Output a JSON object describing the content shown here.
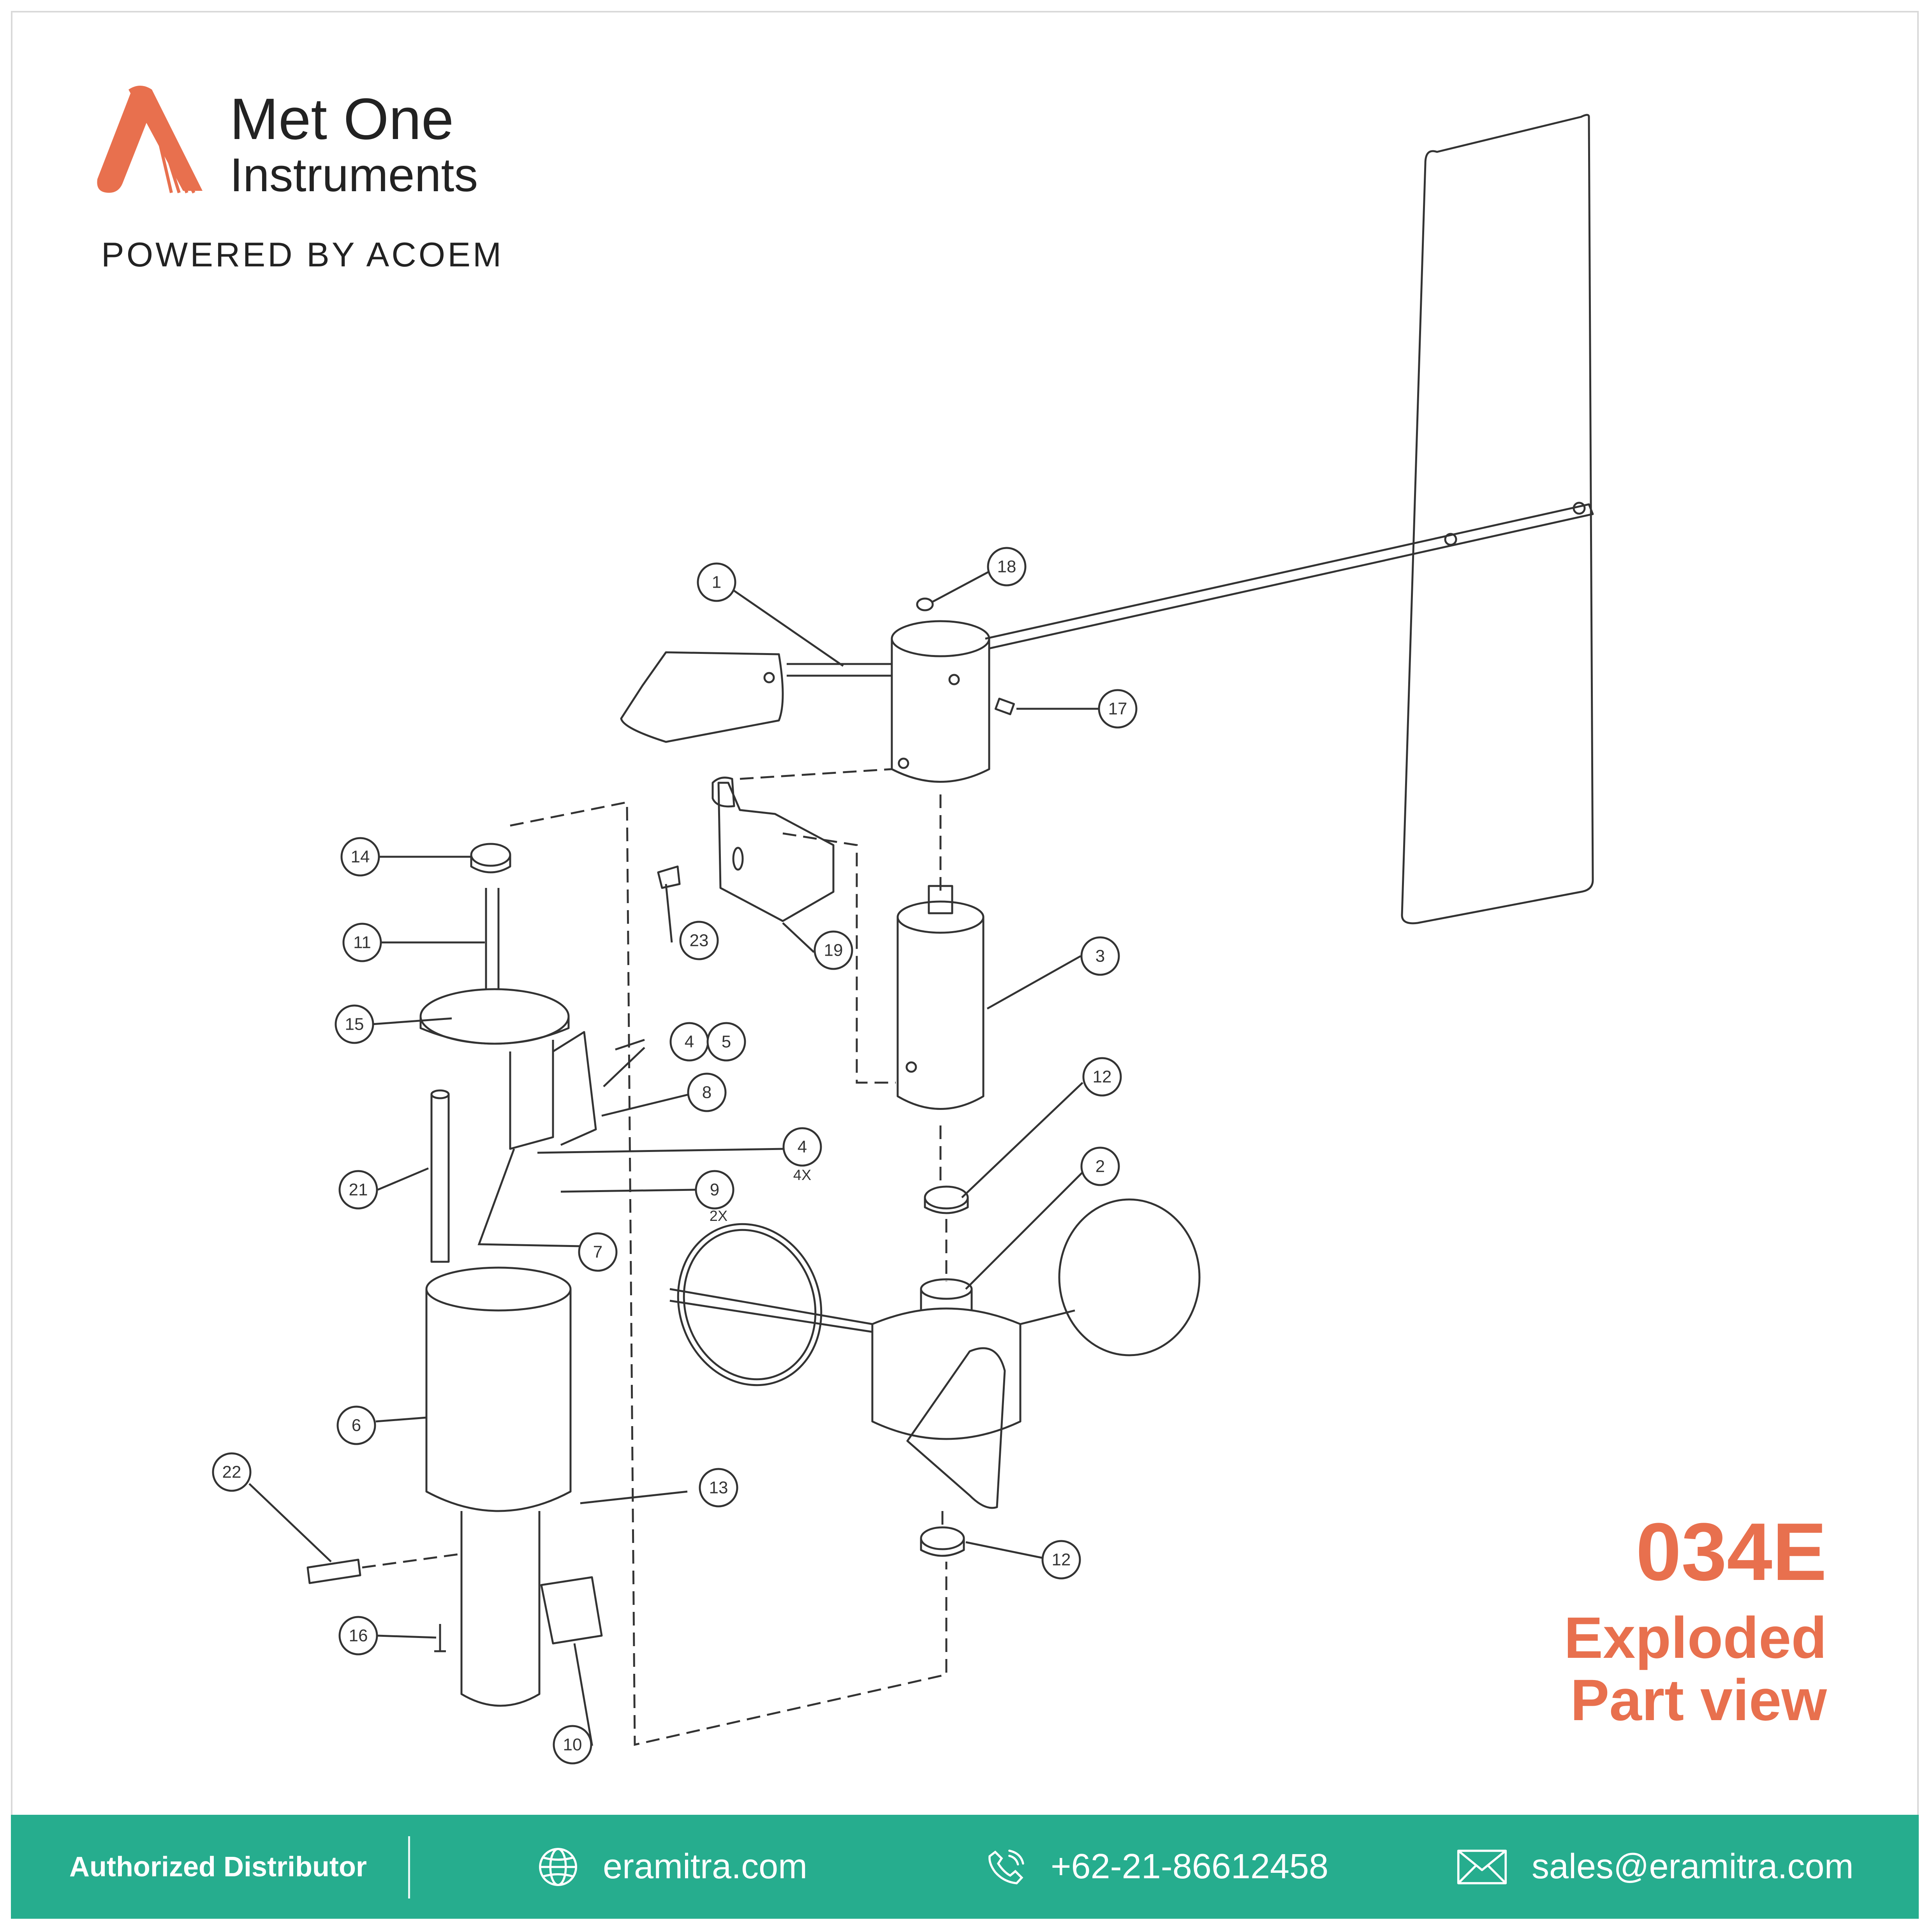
{
  "logo": {
    "brand_line1": "Met One",
    "brand_line2": "Instruments",
    "tagline": "POWERED BY ACOEM",
    "mark_icon": "met-one-logo-icon",
    "accent_color": "#e8704e"
  },
  "product": {
    "model": "034E",
    "subtitle_line1": "Exploded",
    "subtitle_line2": "Part view",
    "title_color": "#e8704e"
  },
  "diagram": {
    "callouts": [
      "1",
      "2",
      "3",
      "4",
      "5",
      "6",
      "7",
      "8",
      "9",
      "10",
      "11",
      "12",
      "13",
      "14",
      "15",
      "16",
      "17",
      "18",
      "19",
      "21",
      "22",
      "23"
    ],
    "callout_4_upper": "4",
    "callout_4_lower": "4",
    "callout_12_upper": "12",
    "callout_12_lower": "12",
    "qty_4": "4X",
    "qty_9": "2X"
  },
  "footer": {
    "background_color": "#26ad8e",
    "distributor_label": "Authorized Distributor",
    "website": "eramitra.com",
    "phone": "+62-21-86612458",
    "email": "sales@eramitra.com",
    "icons": [
      "globe-icon",
      "phone-icon",
      "mail-icon"
    ]
  }
}
